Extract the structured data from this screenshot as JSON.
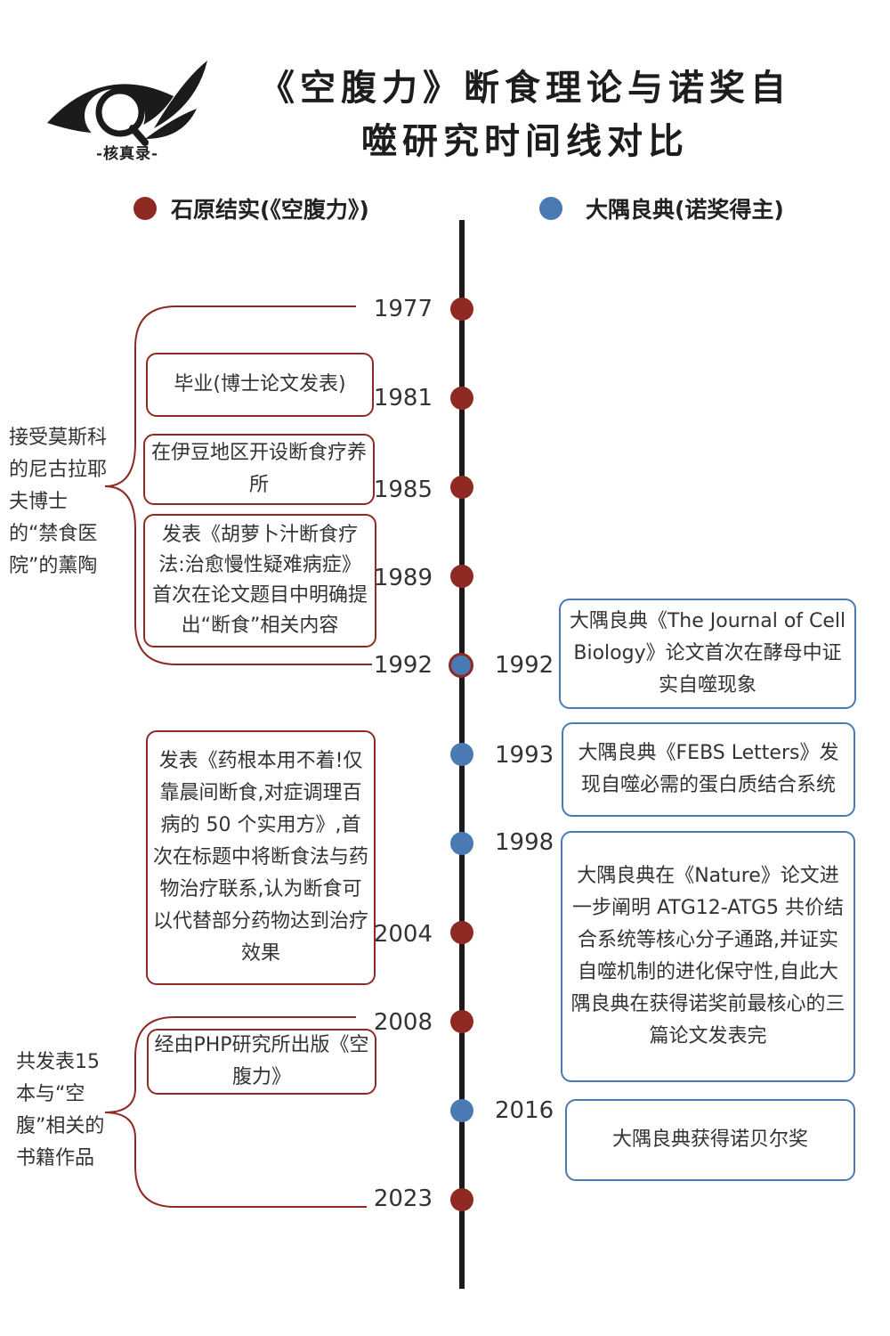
{
  "header": {
    "logo_caption": "-核真录-",
    "title_line1": "《空腹力》断食理论与诺奖自",
    "title_line2": "噬研究时间线对比"
  },
  "legend": {
    "left_label": "石原结实(《空腹力》)",
    "right_label": "大隅良典(诺奖得主)"
  },
  "colors": {
    "left_accent": "#8f2a22",
    "right_accent": "#4a7ab3",
    "spine": "#1b1b1b"
  },
  "timeline_left": {
    "years": [
      "1977",
      "1981",
      "1985",
      "1989",
      "1992",
      "2004",
      "2008",
      "2023"
    ],
    "events": [
      "毕业(博士论文发表)",
      "在伊豆地区开设断食疗养所",
      "发表《胡萝卜汁断食疗法:治愈慢性疑难病症》首次在论文题目中明确提出“断食”相关内容",
      "发表《药根本用不着!仅靠晨间断食,对症调理百病的 50 个实用方》,首次在标题中将断食法与药物治疗联系,认为断食可以代替部分药物达到治疗效果",
      "经由PHP研究所出版《空腹力》"
    ],
    "notes": [
      "接受莫斯科的尼古拉耶夫博士的“禁食医院”的薰陶",
      "共发表15本与“空腹”相关的书籍作品"
    ]
  },
  "timeline_right": {
    "years": [
      "1992",
      "1993",
      "1998",
      "2016"
    ],
    "events": [
      "大隅良典《The Journal of Cell Biology》论文首次在酵母中证实自噬现象",
      "大隅良典《FEBS Letters》发现自噬必需的蛋白质结合系统",
      "大隅良典在《Nature》论文进一步阐明 ATG12-ATG5 共价结合系统等核心分子通路,并证实自噬机制的进化保守性,自此大隅良典在获得诺奖前最核心的三篇论文发表完",
      "大隅良典获得诺贝尔奖"
    ]
  }
}
